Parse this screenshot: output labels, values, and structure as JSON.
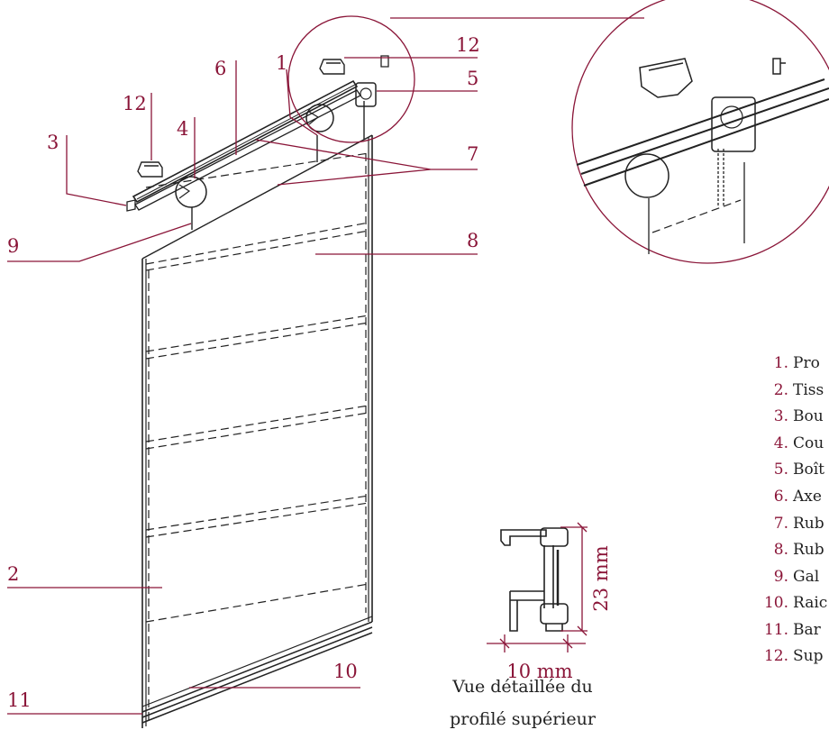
{
  "callouts": [
    "1",
    "2",
    "3",
    "4",
    "5",
    "6",
    "7",
    "8",
    "9",
    "10",
    "11",
    "12"
  ],
  "legend": [
    {
      "num": "1.",
      "text": "Pro"
    },
    {
      "num": "2.",
      "text": "Tiss"
    },
    {
      "num": "3.",
      "text": "Bou"
    },
    {
      "num": "4.",
      "text": "Cou"
    },
    {
      "num": "5.",
      "text": "Boît"
    },
    {
      "num": "6.",
      "text": "Axe"
    },
    {
      "num": "7.",
      "text": "Rub"
    },
    {
      "num": "8.",
      "text": "Rub"
    },
    {
      "num": "9.",
      "text": "Gal"
    },
    {
      "num": "10.",
      "text": "Raic"
    },
    {
      "num": "11.",
      "text": "Bar"
    },
    {
      "num": "12.",
      "text": "Sup"
    }
  ],
  "profile": {
    "height_label": "23 mm",
    "width_label": "10 mm",
    "caption_line1": "Vue détaillée du",
    "caption_line2": "profilé supérieur"
  },
  "colors": {
    "accent": "#8a1538",
    "ink": "#222222",
    "background": "#ffffff"
  }
}
